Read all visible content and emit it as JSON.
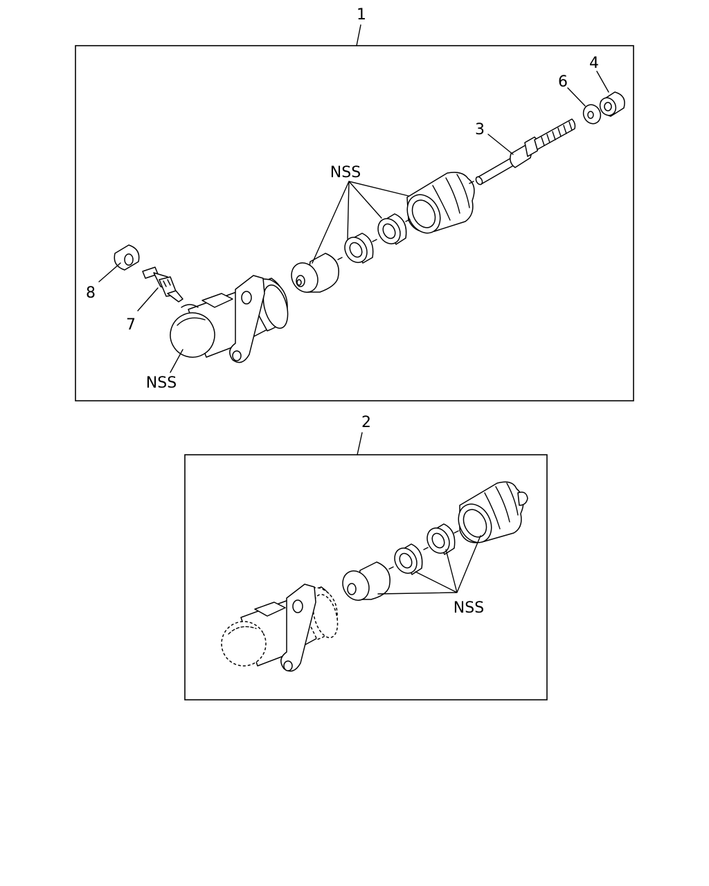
{
  "diagram": {
    "callouts": {
      "assembly_1": "1",
      "assembly_2": "2",
      "part_3": "3",
      "part_4": "4",
      "part_6": "6",
      "part_7": "7",
      "part_8": "8",
      "nss_seal_kit_top": "NSS",
      "nss_cylinder_body": "NSS",
      "nss_seal_kit_bottom": "NSS"
    },
    "line_color": "#000000",
    "background_color": "#ffffff"
  }
}
